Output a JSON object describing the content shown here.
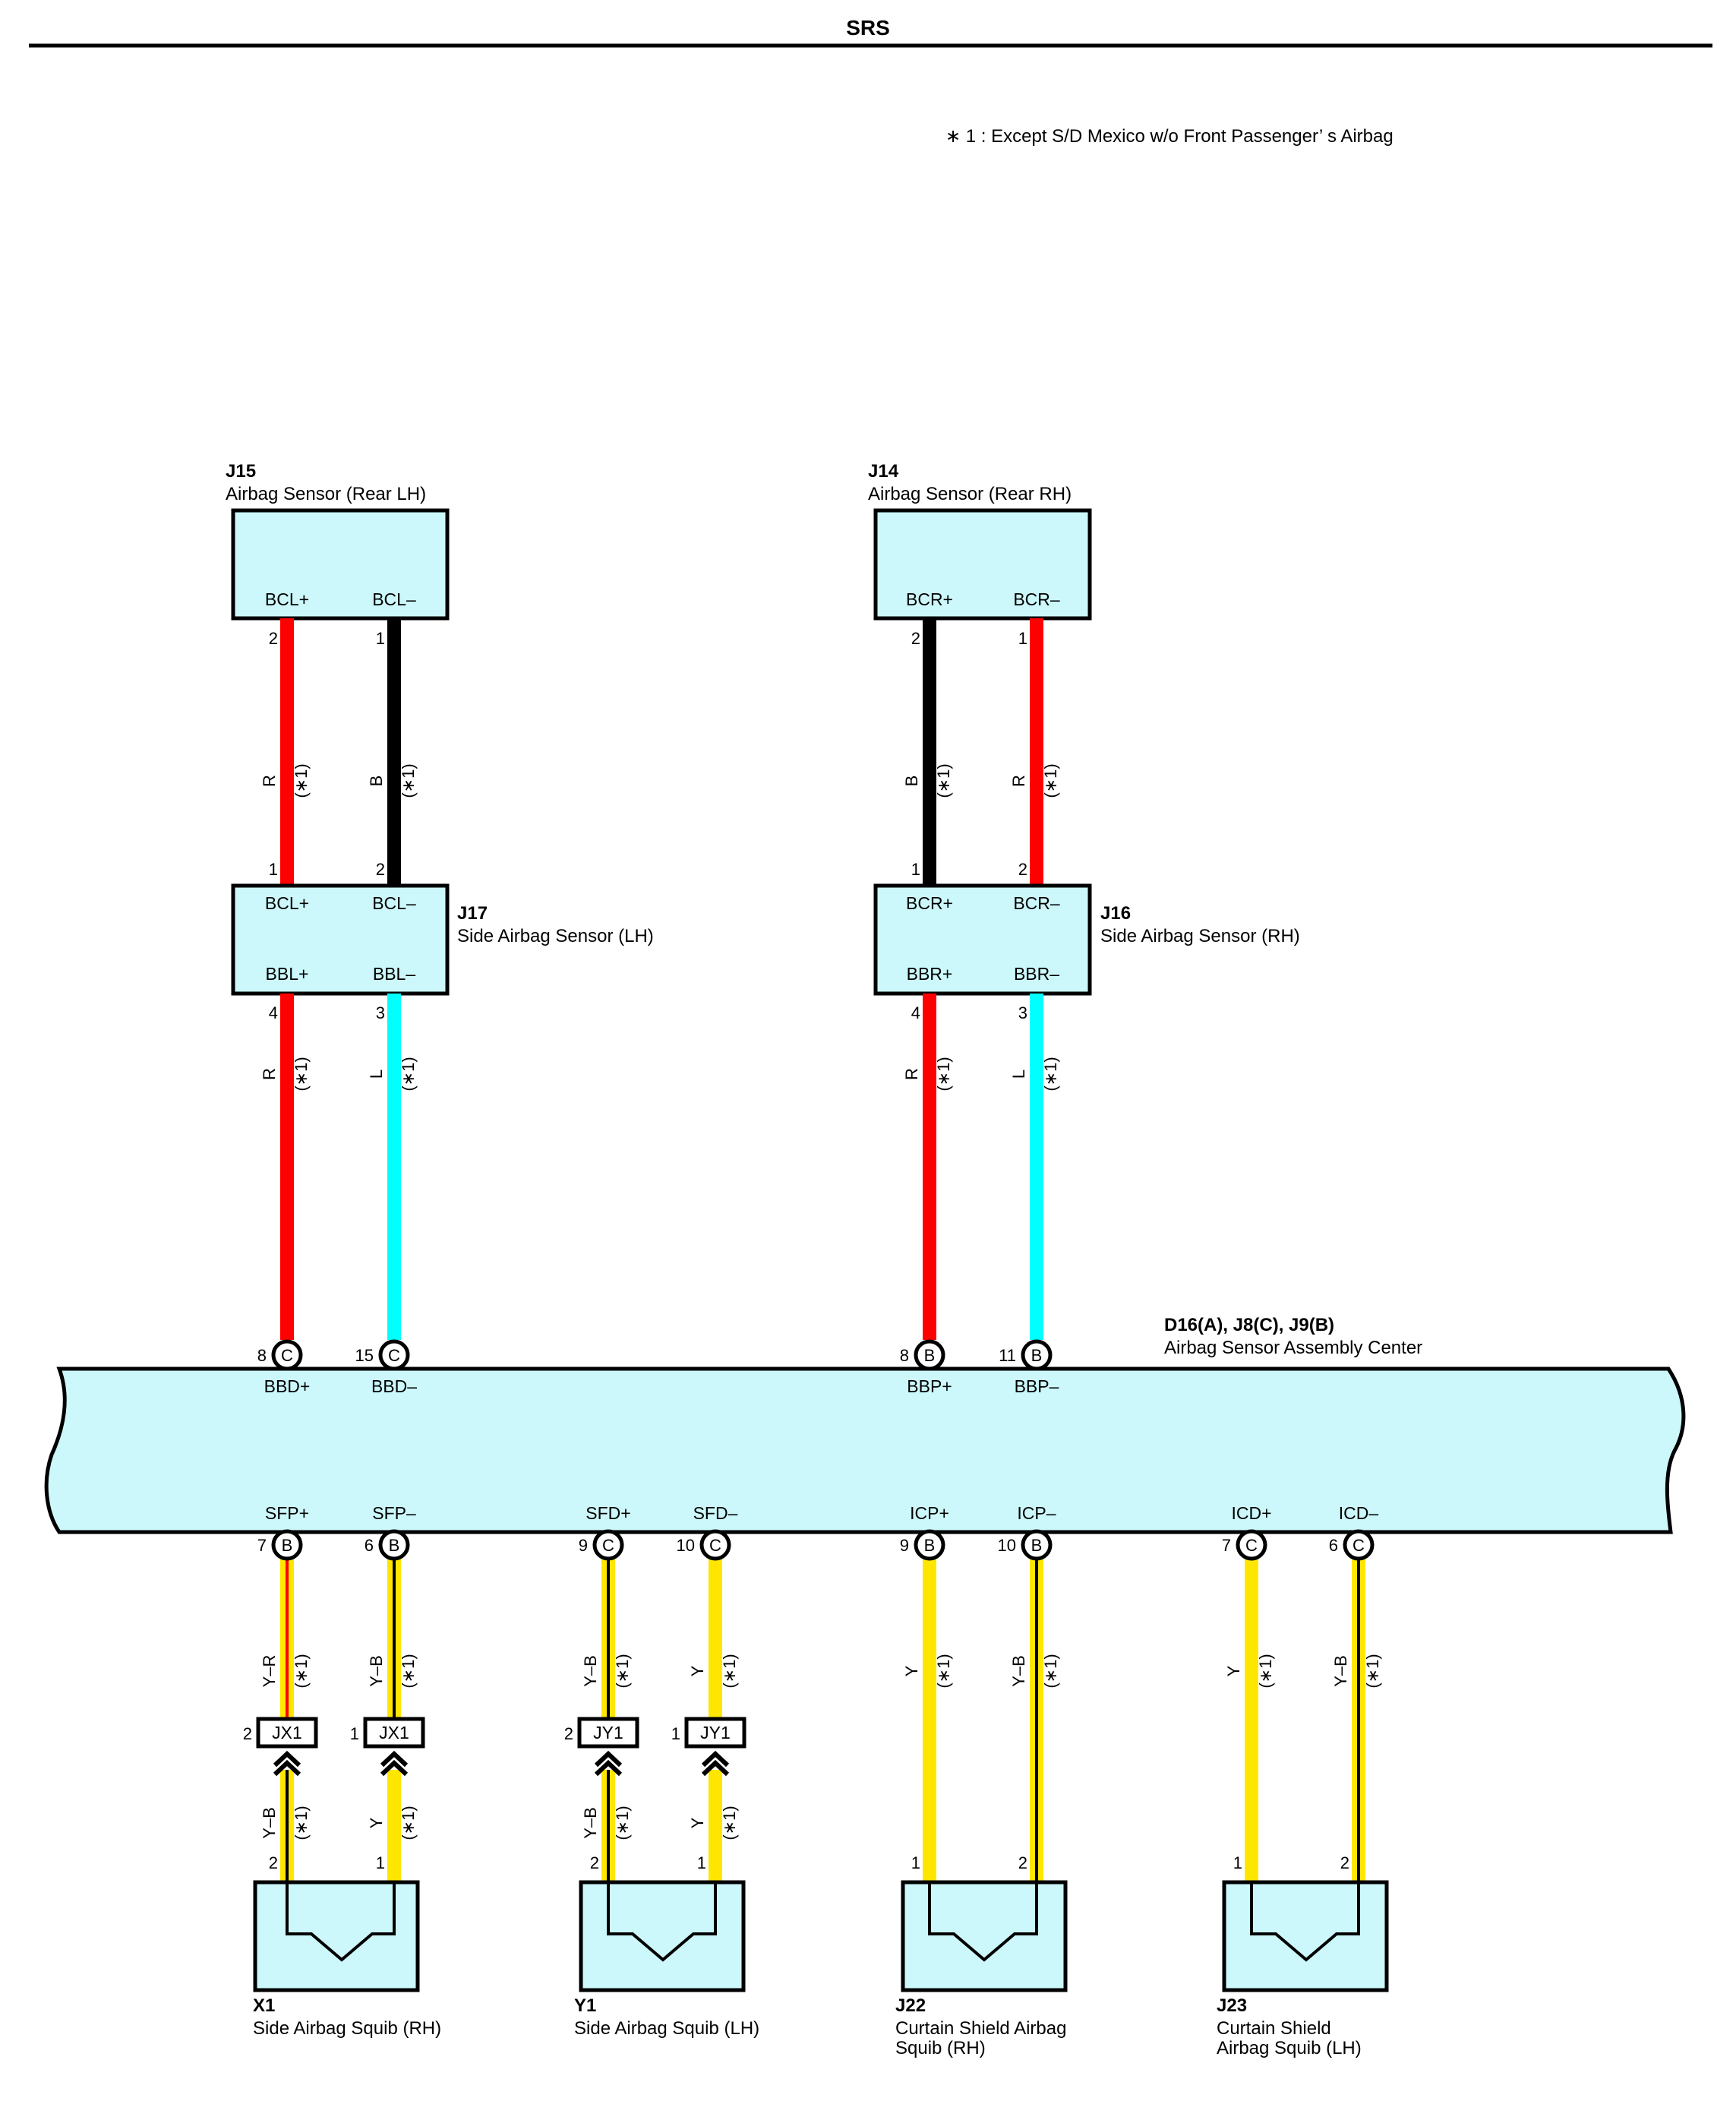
{
  "page": {
    "title": "SRS",
    "note": "∗ 1 : Except S/D Mexico w/o Front Passenger’ s Airbag"
  },
  "colors": {
    "connector_fill": "#ccf8fb",
    "red": "#ff0000",
    "black": "#000000",
    "cyan": "#00ffff",
    "yellow": "#ffe600"
  },
  "components": {
    "j15": {
      "code": "J15",
      "name": "Airbag Sensor (Rear LH)",
      "terminals": [
        "BCL+",
        "BCL–"
      ]
    },
    "j14": {
      "code": "J14",
      "name": "Airbag Sensor (Rear RH)",
      "terminals": [
        "BCR+",
        "BCR–"
      ]
    },
    "j17": {
      "code": "J17",
      "name": "Side Airbag Sensor (LH)",
      "terminals": [
        "BCL+",
        "BCL–",
        "BBL+",
        "BBL–"
      ]
    },
    "j16": {
      "code": "J16",
      "name": "Side Airbag Sensor (RH)",
      "terminals": [
        "BCR+",
        "BCR–",
        "BBR+",
        "BBR–"
      ]
    },
    "center": {
      "code": "D16(A), J8(C), J9(B)",
      "name": "Airbag Sensor Assembly Center",
      "top_terminals": [
        "BBD+",
        "BBD–",
        "BBP+",
        "BBP–"
      ],
      "bottom_terminals": [
        "SFP+",
        "SFP–",
        "SFD+",
        "SFD–",
        "ICP+",
        "ICP–",
        "ICD+",
        "ICD–"
      ]
    },
    "x1": {
      "code": "X1",
      "name": "Side Airbag Squib (RH)"
    },
    "y1": {
      "code": "Y1",
      "name": "Side Airbag Squib (LH)"
    },
    "j22": {
      "code": "J22",
      "name_line1": "Curtain Shield Airbag",
      "name_line2": "Squib (RH)"
    },
    "j23": {
      "code": "J23",
      "name_line1": "Curtain Shield",
      "name_line2": "Airbag Squib (LH)"
    }
  },
  "inline_connectors": [
    "JX1",
    "JX1",
    "JY1",
    "JY1"
  ],
  "pins": {
    "j15": [
      "2",
      "1"
    ],
    "j17_top": [
      "1",
      "2"
    ],
    "j14": [
      "2",
      "1"
    ],
    "j16_top": [
      "1",
      "2"
    ],
    "j17_bottom": [
      "4",
      "3"
    ],
    "j16_bottom": [
      "4",
      "3"
    ],
    "center_top": [
      "8",
      "15",
      "8",
      "11"
    ],
    "center_top_letters": [
      "C",
      "C",
      "B",
      "B"
    ],
    "center_bottom": [
      "7",
      "6",
      "9",
      "10",
      "9",
      "10",
      "7",
      "6"
    ],
    "center_bottom_letters": [
      "B",
      "B",
      "C",
      "C",
      "B",
      "B",
      "C",
      "C"
    ],
    "inline": [
      "2",
      "1",
      "2",
      "1"
    ],
    "squibs": [
      "2",
      "1",
      "2",
      "1",
      "1",
      "2",
      "1",
      "2"
    ]
  },
  "wires": {
    "upper": [
      "R",
      "B",
      "B",
      "R"
    ],
    "middle": [
      "R",
      "L",
      "R",
      "L"
    ],
    "lower": [
      "Y–R",
      "Y–B",
      "Y–B",
      "Y",
      "Y",
      "Y–B",
      "Y",
      "Y–B"
    ],
    "squib_side": [
      "Y–B",
      "Y",
      "Y–B",
      "Y"
    ],
    "note_tag": "(∗1)"
  }
}
